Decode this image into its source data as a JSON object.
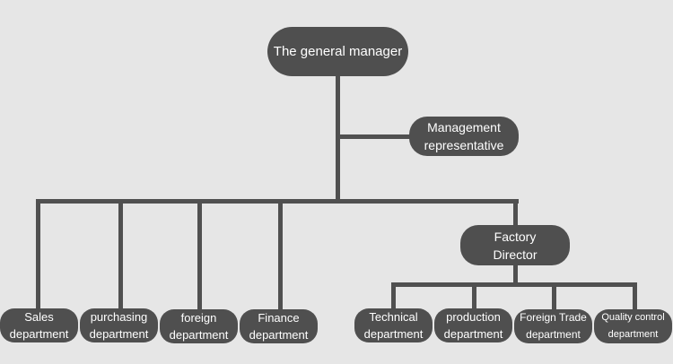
{
  "general_manager": "The general manager",
  "management_representative": [
    "Management",
    "representative"
  ],
  "factory_director": [
    "Factory",
    "Director"
  ],
  "departments_left": [
    [
      "Sales",
      "department"
    ],
    [
      "purchasing",
      "department"
    ],
    [
      "foreign",
      "department"
    ],
    [
      "Finance",
      "department"
    ]
  ],
  "departments_right": [
    [
      "Technical",
      "department"
    ],
    [
      "production",
      "department"
    ],
    [
      "Foreign Trade",
      "department"
    ],
    [
      "Quality control",
      "department"
    ]
  ]
}
